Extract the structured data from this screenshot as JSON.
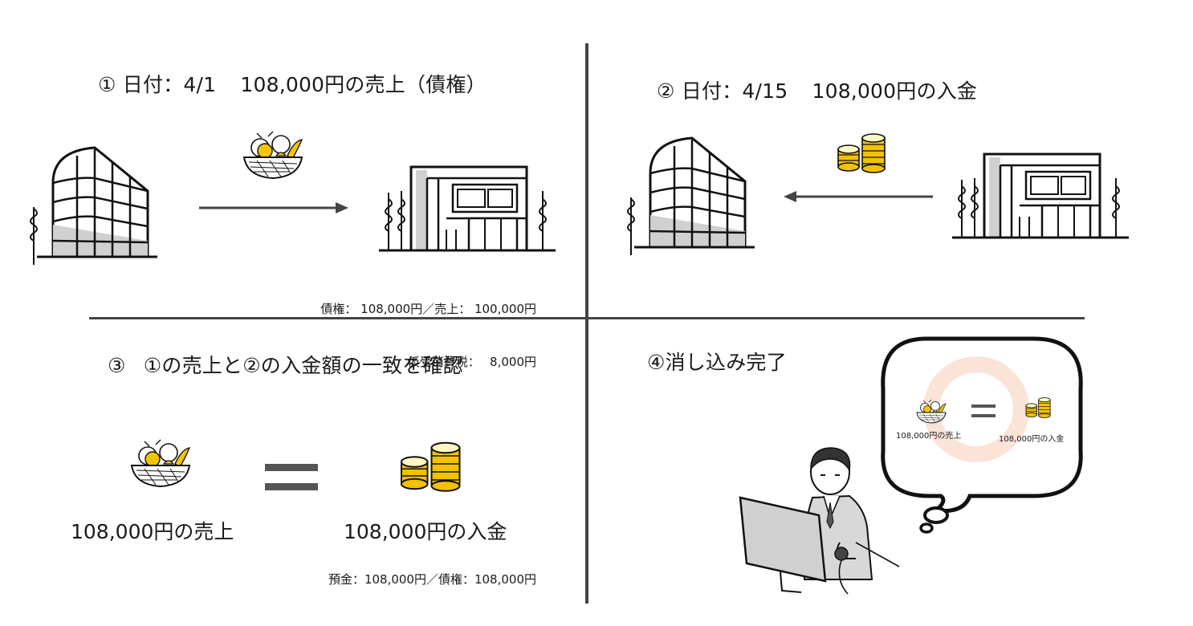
{
  "diagram": {
    "q1": {
      "number": "①",
      "date": "日付：4/1",
      "event": "108,000円の売上（債権）",
      "journal_line1": "債権： 108,000円／売上： 100,000円",
      "journal_line2": "仮受消費税：　 8,000円"
    },
    "q2": {
      "number": "②",
      "date": "日付：4/15",
      "event": "108,000円の入金"
    },
    "q3": {
      "number": "③",
      "title": "①の売上と②の入金額の一致を確認",
      "left_label": "108,000円の売上",
      "right_label": "108,000円の入金",
      "journal": "預金：108,000円／債権：108,000円"
    },
    "q4": {
      "title": "④消し込み完了",
      "bubble_left": "108,000円の売上",
      "bubble_right": "108,000円の入金"
    }
  },
  "colors": {
    "line": "#444444",
    "coin_yellow": "#f2c200",
    "fruit_yellow": "#f5c400",
    "building_fill": "#d0d0d0",
    "ring": "#fbe3d8"
  }
}
